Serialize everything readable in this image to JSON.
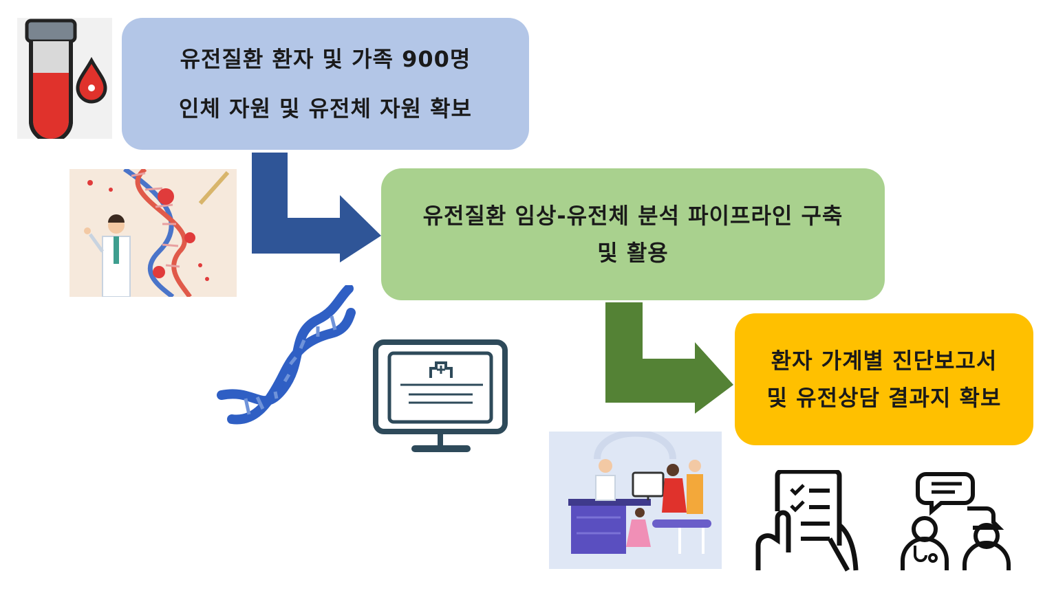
{
  "steps": [
    {
      "line1": "유전질환 환자 및 가족 900명",
      "line2": "인체 자원 및 유전체 자원 확보",
      "color": "#b3c6e7"
    },
    {
      "line1": "유전질환 임상-유전체 분석 파이프라인 구축",
      "line2": "및 활용",
      "color": "#a9d18e"
    },
    {
      "line1": "환자 가계별 진단보고서",
      "line2": "및 유전상담 결과지 확보",
      "color": "#ffc000"
    }
  ],
  "arrows": [
    {
      "color": "#2f5597"
    },
    {
      "color": "#548235"
    }
  ],
  "icons": [
    "blood-test-tube-icon",
    "dna-doctor-illustration",
    "dna-helix-icon",
    "medical-monitor-icon",
    "family-consultation-illustration",
    "checklist-tablet-icon",
    "doctor-patient-consult-icon"
  ]
}
